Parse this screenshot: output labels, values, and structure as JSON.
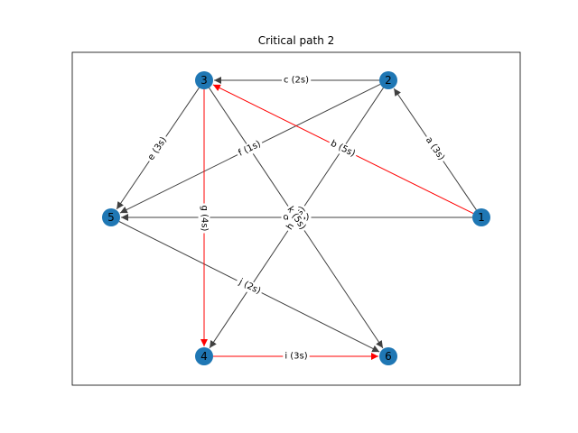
{
  "title": "Critical path 2",
  "colors": {
    "node_fill": "#1f77b4",
    "edge_default": "#404040",
    "edge_critical": "#ff0000",
    "frame": "#000000",
    "background": "#ffffff"
  },
  "nodes": [
    {
      "id": "1",
      "label": "1"
    },
    {
      "id": "2",
      "label": "2"
    },
    {
      "id": "3",
      "label": "3"
    },
    {
      "id": "4",
      "label": "4"
    },
    {
      "id": "5",
      "label": "5"
    },
    {
      "id": "6",
      "label": "6"
    }
  ],
  "edges": [
    {
      "source": "1",
      "target": "2",
      "label": "a (3s)",
      "critical": false
    },
    {
      "source": "1",
      "target": "3",
      "label": "b (5s)",
      "critical": true
    },
    {
      "source": "2",
      "target": "3",
      "label": "c (2s)",
      "critical": false
    },
    {
      "source": "1",
      "target": "5",
      "label": "d (4s)",
      "critical": false
    },
    {
      "source": "3",
      "target": "5",
      "label": "e (3s)",
      "critical": false
    },
    {
      "source": "2",
      "target": "5",
      "label": "f (1s)",
      "critical": false
    },
    {
      "source": "3",
      "target": "4",
      "label": "g (4s)",
      "critical": true
    },
    {
      "source": "2",
      "target": "4",
      "label": "h (3s)",
      "critical": false
    },
    {
      "source": "4",
      "target": "6",
      "label": "i (3s)",
      "critical": true
    },
    {
      "source": "5",
      "target": "6",
      "label": "j (2s)",
      "critical": false
    },
    {
      "source": "3",
      "target": "6",
      "label": "k (5s)",
      "critical": false
    }
  ]
}
